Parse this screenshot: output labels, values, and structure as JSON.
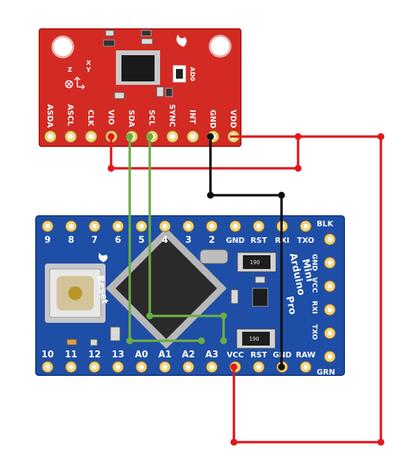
{
  "sensor": {
    "pins": [
      "ASDA",
      "ASCL",
      "CLK",
      "VIO",
      "SDA",
      "SCL",
      "SYNC",
      "INT",
      "GND",
      "VDD"
    ],
    "axes": [
      "X",
      "Y",
      "Z"
    ],
    "chip_label": "AD0",
    "color": "#d32a24"
  },
  "arduino": {
    "title_lines": [
      "Arduino",
      "Pro",
      "Mini"
    ],
    "reset_label": "Reset",
    "top_pins": [
      "9",
      "8",
      "7",
      "6",
      "5",
      "4",
      "3",
      "2",
      "GND",
      "RST",
      "RXI",
      "TXO"
    ],
    "bottom_pins": [
      "10",
      "11",
      "12",
      "13",
      "A0",
      "A1",
      "A2",
      "A3",
      "VCC",
      "RST",
      "GND",
      "RAW"
    ],
    "right_pins": [
      "GND",
      "VCC",
      "RXI",
      "TXO"
    ],
    "corner_top": "BLK",
    "corner_bottom": "GRN",
    "chip_marks": [
      "190",
      "190"
    ],
    "color": "#1e4ea6"
  },
  "wires": {
    "power_color": "#e0191e",
    "ground_color": "#111111",
    "i2c_color": "#6aac44"
  }
}
